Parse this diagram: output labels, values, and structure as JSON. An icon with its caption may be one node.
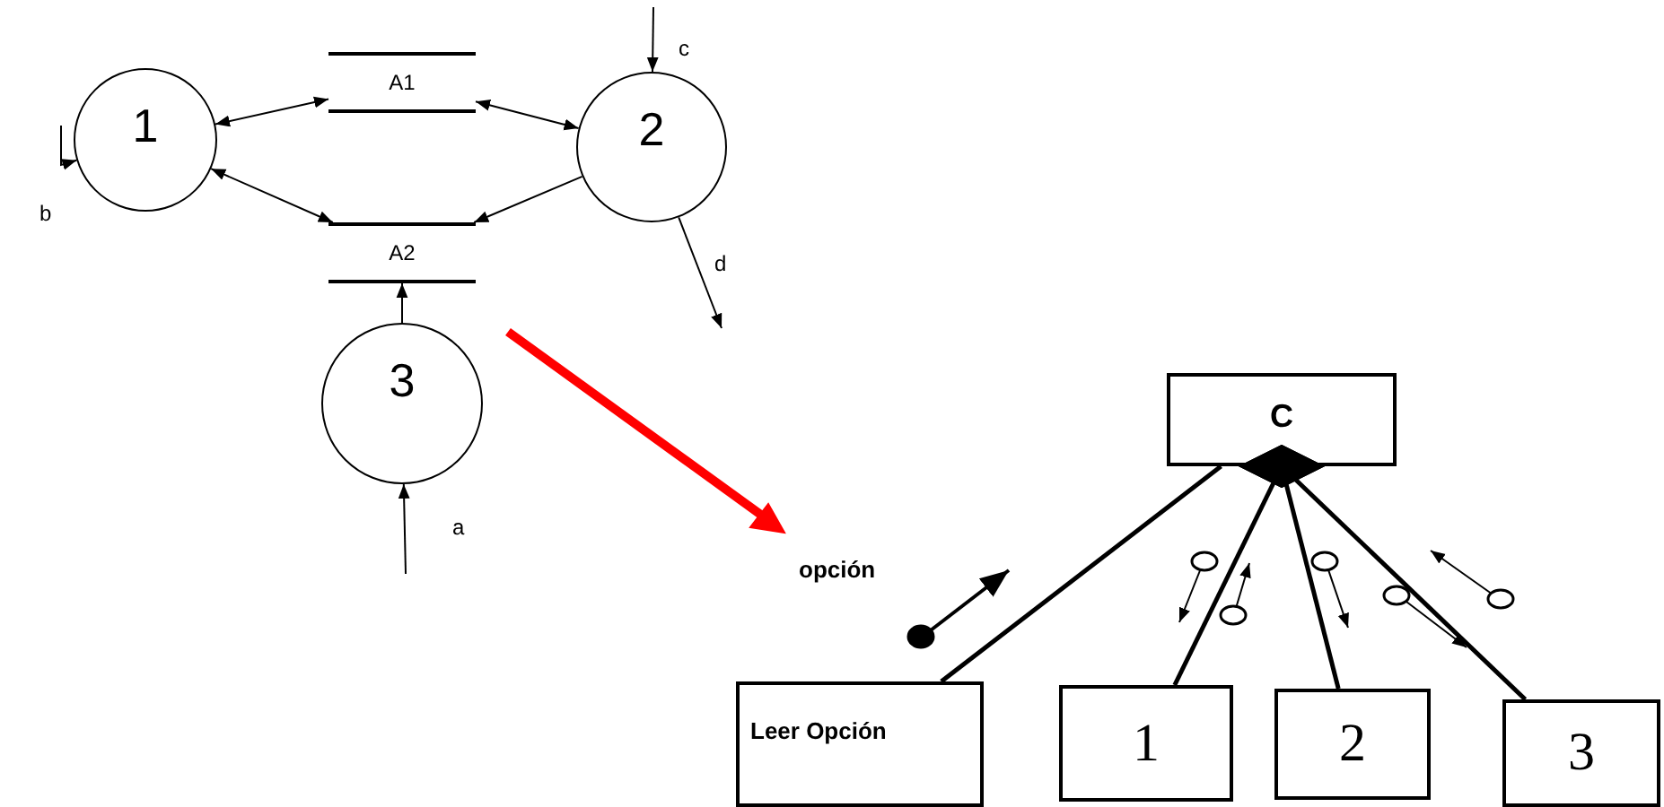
{
  "diagram": {
    "nodes": [
      {
        "text": [
          "1"
        ]
      },
      {
        "text": [
          "A1"
        ]
      },
      {
        "text": [
          "2"
        ]
      },
      {
        "text": [
          "A2"
        ]
      },
      {
        "text": [
          "3"
        ]
      },
      {
        "text": [
          "C"
        ]
      },
      {
        "text": [
          "Leer Opción"
        ]
      },
      {
        "text": [
          "1"
        ]
      },
      {
        "text": [
          "2"
        ]
      },
      {
        "text": [
          "3"
        ]
      }
    ],
    "edges": [
      {
        "from": null,
        "to": 0,
        "arrow": "to",
        "label": "b"
      },
      {
        "from": 0,
        "to": 1,
        "arrow": "both"
      },
      {
        "from": 1,
        "to": 2,
        "arrow": "both"
      },
      {
        "from": null,
        "to": 2,
        "arrow": "to",
        "label": "c"
      },
      {
        "from": 0,
        "to": 3,
        "arrow": "both"
      },
      {
        "from": 2,
        "to": 3,
        "arrow": "to"
      },
      {
        "from": 2,
        "to": null,
        "arrow": "to",
        "label": "d"
      },
      {
        "from": 4,
        "to": 3,
        "arrow": "to"
      },
      {
        "from": null,
        "to": 4,
        "arrow": "to",
        "label": "a"
      },
      {
        "from": 5,
        "to": 6,
        "arrow": "none",
        "style": "thick"
      },
      {
        "from": 5,
        "to": 7,
        "arrow": "other",
        "style": "thick"
      },
      {
        "from": 5,
        "to": 8,
        "arrow": "other",
        "style": "thick"
      },
      {
        "from": 5,
        "to": 9,
        "arrow": "other",
        "style": "thick"
      }
    ],
    "labels": [
      "opción"
    ]
  }
}
